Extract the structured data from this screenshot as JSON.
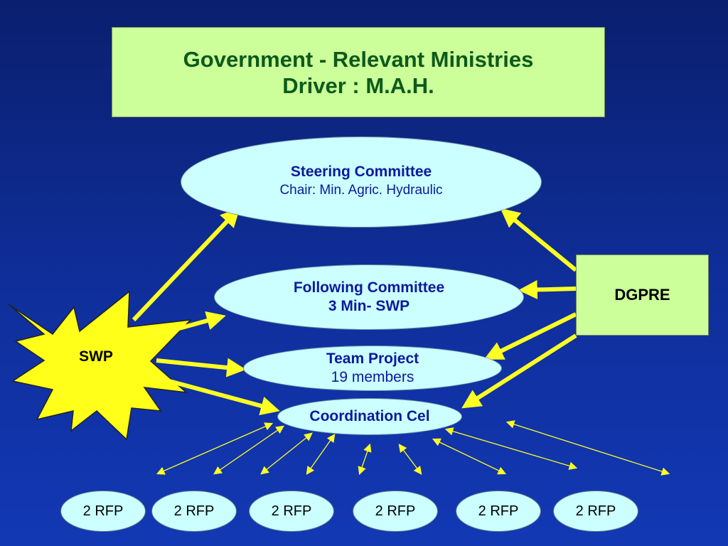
{
  "government": {
    "line1": "Government - Relevant Ministries",
    "line2": "Driver : M.A.H."
  },
  "steering": {
    "title": "Steering Committee",
    "chair": "Chair: Min. Agric. Hydraulic"
  },
  "following": {
    "title": "Following Committee",
    "subtitle": "3 Min- SWP"
  },
  "team": {
    "title": "Team Project",
    "members": "19 members"
  },
  "coordination": {
    "title": "Coordination Cel"
  },
  "swp": {
    "label": "SWP"
  },
  "dgpre": {
    "label": "DGPRE"
  },
  "rfp_nodes": [
    {
      "label": "2 RFP"
    },
    {
      "label": "2 RFP"
    },
    {
      "label": "2 RFP"
    },
    {
      "label": "2 RFP"
    },
    {
      "label": "2 RFP"
    },
    {
      "label": "2 RFP"
    }
  ],
  "colors": {
    "background": "#0f2f9c",
    "arrow": "#ffff22",
    "green_box": "#ccff99",
    "ellipse_fill": "#ccffff"
  }
}
